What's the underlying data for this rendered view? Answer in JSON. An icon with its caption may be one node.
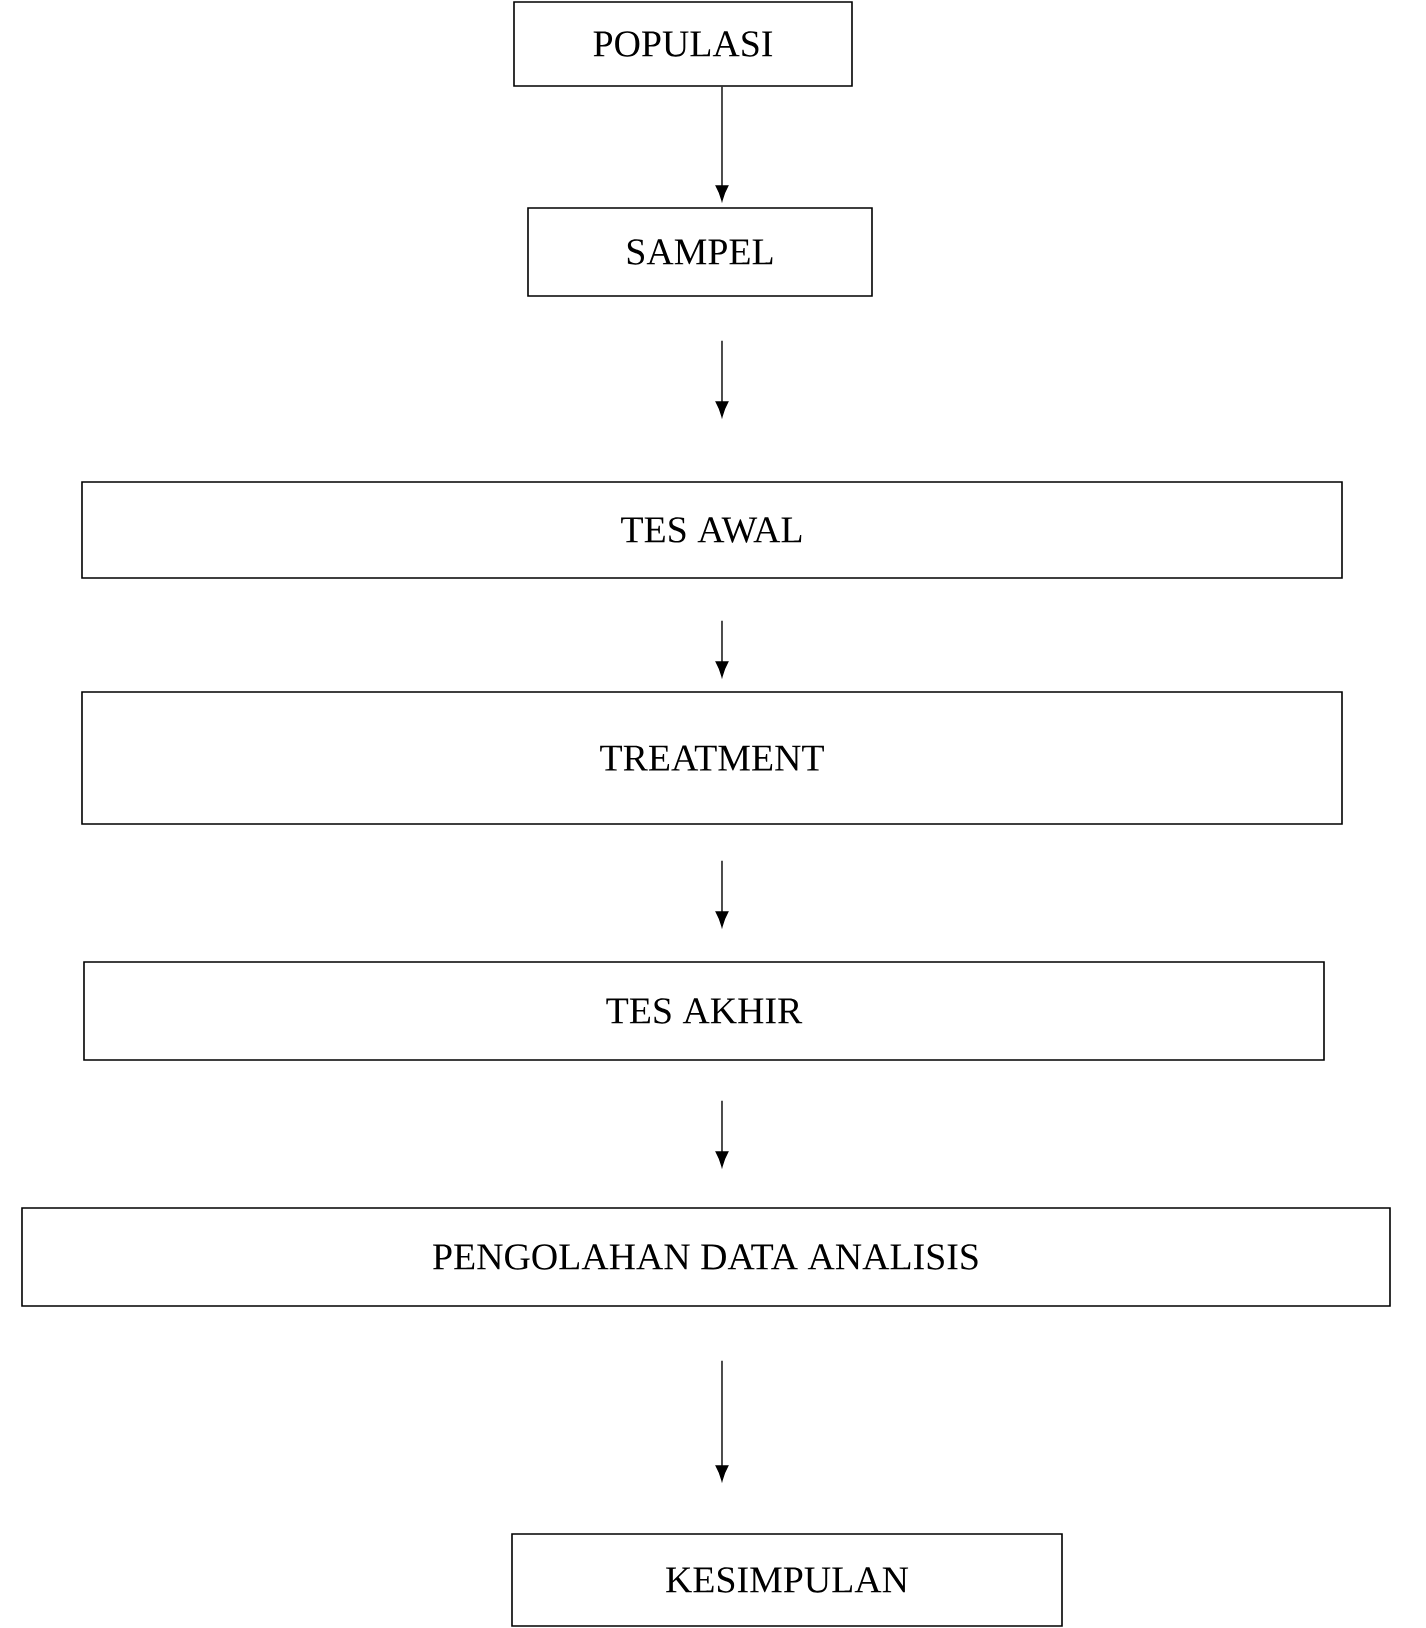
{
  "diagram": {
    "nodes": [
      {
        "text": [
          "POPULASI"
        ]
      },
      {
        "text": [
          "SAMPEL"
        ]
      },
      {
        "text": [
          "TES AWAL"
        ]
      },
      {
        "text": [
          "TREATMENT"
        ]
      },
      {
        "text": [
          "TES AKHIR"
        ]
      },
      {
        "text": [
          "PENGOLAHAN DATA ANALISIS"
        ]
      },
      {
        "text": [
          "KESIMPULAN"
        ]
      }
    ],
    "edges": [
      {
        "from": 0,
        "to": 1,
        "arrow": "to"
      },
      {
        "from": 1,
        "to": 2,
        "arrow": "to"
      },
      {
        "from": 2,
        "to": 3,
        "arrow": "to"
      },
      {
        "from": 3,
        "to": 4,
        "arrow": "to"
      },
      {
        "from": 4,
        "to": 5,
        "arrow": "to"
      },
      {
        "from": 5,
        "to": 6,
        "arrow": "to"
      }
    ]
  }
}
